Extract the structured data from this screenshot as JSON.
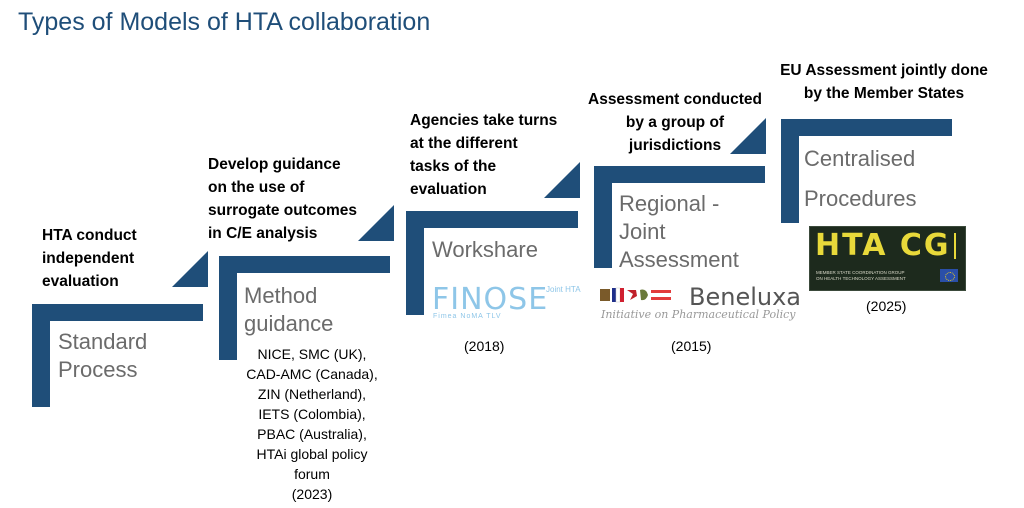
{
  "title": "Types of Models of HTA collaboration",
  "steps": [
    {
      "caption": [
        "HTA  conduct",
        "independent",
        "evaluation"
      ],
      "label": [
        "Standard",
        "Process"
      ]
    },
    {
      "caption": [
        "Develop guidance",
        "on the use of",
        "surrogate outcomes",
        "in C/E analysis"
      ],
      "label": [
        "Method",
        "guidance"
      ],
      "details": [
        "NICE, SMC (UK),",
        "CAD-AMC (Canada),",
        "ZIN (Netherland),",
        "IETS (Colombia),",
        "PBAC (Australia),",
        "HTAi global policy",
        "forum",
        "(2023)"
      ]
    },
    {
      "caption": [
        "Agencies take turns",
        "at the different",
        "tasks of the",
        "evaluation"
      ],
      "label": [
        "Workshare"
      ],
      "year": "(2018)"
    },
    {
      "caption": [
        "Assessment conducted",
        "by a group of",
        "jurisdictions"
      ],
      "label": [
        "Regional -",
        "Joint",
        "Assessment"
      ],
      "year": "(2015)"
    },
    {
      "caption": [
        "EU Assessment jointly done",
        "by the Member States"
      ],
      "label": [
        "Centralised",
        "Procedures"
      ],
      "year": "(2025)"
    }
  ],
  "logos": {
    "finose": {
      "word": "FINOSE",
      "superscript": "Joint HTA",
      "subtitle": "Fimea  NoMA  TLV"
    },
    "beneluxa": {
      "word": "Beneluxa",
      "subtitle": "Initiative on Pharmaceutical Policy"
    },
    "htacg": {
      "word": "HTA CG",
      "subtitle_1": "MEMBER STATE COORDINATION GROUP",
      "subtitle_2": "ON HEALTH TECHNOLOGY ASSESSMENT"
    }
  },
  "colors": {
    "staircase": "#1f4e79",
    "title": "#1f4e79",
    "label": "#6b6b6b"
  }
}
